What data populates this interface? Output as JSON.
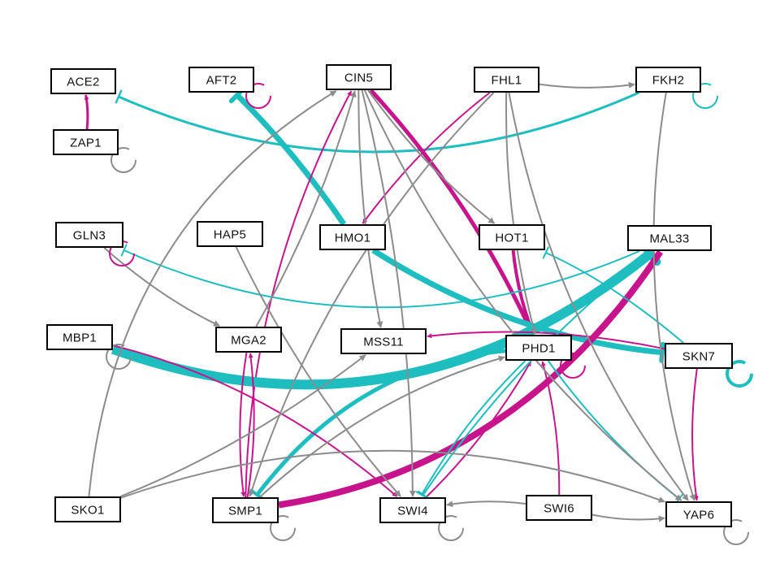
{
  "colors": {
    "activation": "#c8148c",
    "repression": "#1ebec0",
    "neutral": "#8c8c8c",
    "node_border": "#000000"
  },
  "nodes": [
    {
      "id": "ACE2",
      "label": "ACE2"
    },
    {
      "id": "ZAP1",
      "label": "ZAP1"
    },
    {
      "id": "AFT2",
      "label": "AFT2"
    },
    {
      "id": "CIN5",
      "label": "CIN5"
    },
    {
      "id": "FHL1",
      "label": "FHL1"
    },
    {
      "id": "FKH2",
      "label": "FKH2"
    },
    {
      "id": "GLN3",
      "label": "GLN3"
    },
    {
      "id": "HAP5",
      "label": "HAP5"
    },
    {
      "id": "HMO1",
      "label": "HMO1"
    },
    {
      "id": "HOT1",
      "label": "HOT1"
    },
    {
      "id": "MAL33",
      "label": "MAL33"
    },
    {
      "id": "MBP1",
      "label": "MBP1"
    },
    {
      "id": "MGA2",
      "label": "MGA2"
    },
    {
      "id": "MSS11",
      "label": "MSS11"
    },
    {
      "id": "PHD1",
      "label": "PHD1"
    },
    {
      "id": "SKN7",
      "label": "SKN7"
    },
    {
      "id": "SKO1",
      "label": "SKO1"
    },
    {
      "id": "SMP1",
      "label": "SMP1"
    },
    {
      "id": "SWI4",
      "label": "SWI4"
    },
    {
      "id": "SWI6",
      "label": "SWI6"
    },
    {
      "id": "YAP6",
      "label": "YAP6"
    }
  ],
  "edges": [
    {
      "source": "ZAP1",
      "target": "ACE2",
      "type": "activation",
      "weight": 3
    },
    {
      "source": "FKH2",
      "target": "ACE2",
      "type": "repression",
      "weight": 3
    },
    {
      "source": "FHL1",
      "target": "FKH2",
      "type": "neutral",
      "weight": 2
    },
    {
      "source": "HMO1",
      "target": "AFT2",
      "type": "repression",
      "weight": 7
    },
    {
      "source": "CIN5",
      "target": "PHD1",
      "type": "activation",
      "weight": 5
    },
    {
      "source": "SMP1",
      "target": "CIN5",
      "type": "activation",
      "weight": 2
    },
    {
      "source": "FHL1",
      "target": "HMO1",
      "type": "activation",
      "weight": 2
    },
    {
      "source": "HOT1",
      "target": "PHD1",
      "type": "activation",
      "weight": 4
    },
    {
      "source": "MAL33",
      "target": "GLN3",
      "type": "repression",
      "weight": 2
    },
    {
      "source": "MBP1",
      "target": "MAL33",
      "type": "repression",
      "weight": 12
    },
    {
      "source": "HMO1",
      "target": "SKN7",
      "type": "repression",
      "weight": 7
    },
    {
      "source": "SMP1",
      "target": "MAL33",
      "type": "activation",
      "weight": 8
    },
    {
      "source": "PHD1",
      "target": "SMP1",
      "type": "repression",
      "weight": 5
    },
    {
      "source": "MGA2",
      "target": "SMP1",
      "type": "activation",
      "weight": 2
    },
    {
      "source": "SMP1",
      "target": "MGA2",
      "type": "activation",
      "weight": 2
    },
    {
      "source": "MBP1",
      "target": "SWI4",
      "type": "activation",
      "weight": 2
    },
    {
      "source": "SKN7",
      "target": "MSS11",
      "type": "activation",
      "weight": 2
    },
    {
      "source": "SKN7",
      "target": "YAP6",
      "type": "activation",
      "weight": 2
    },
    {
      "source": "SKN7",
      "target": "HOT1",
      "type": "repression",
      "weight": 2
    },
    {
      "source": "SWI4",
      "target": "PHD1",
      "type": "activation",
      "weight": 2
    },
    {
      "source": "SWI6",
      "target": "PHD1",
      "type": "activation",
      "weight": 2
    },
    {
      "source": "PHD1",
      "target": "SWI4",
      "type": "repression",
      "weight": 2
    },
    {
      "source": "MAL33",
      "target": "SWI4",
      "type": "repression",
      "weight": 2
    },
    {
      "source": "PHD1",
      "target": "YAP6",
      "type": "repression",
      "weight": 2
    },
    {
      "source": "GLN3",
      "target": "MGA2",
      "type": "neutral",
      "weight": 2
    },
    {
      "source": "HAP5",
      "target": "SWI4",
      "type": "neutral",
      "weight": 2
    },
    {
      "source": "FHL1",
      "target": "PHD1",
      "type": "neutral",
      "weight": 2
    },
    {
      "source": "FHL1",
      "target": "YAP6",
      "type": "neutral",
      "weight": 2
    },
    {
      "source": "FHL1",
      "target": "SMP1",
      "type": "neutral",
      "weight": 2
    },
    {
      "source": "FKH2",
      "target": "YAP6",
      "type": "neutral",
      "weight": 2
    },
    {
      "source": "CIN5",
      "target": "HOT1",
      "type": "neutral",
      "weight": 2
    },
    {
      "source": "CIN5",
      "target": "MSS11",
      "type": "neutral",
      "weight": 2
    },
    {
      "source": "CIN5",
      "target": "YAP6",
      "type": "neutral",
      "weight": 2
    },
    {
      "source": "CIN5",
      "target": "SWI4",
      "type": "neutral",
      "weight": 2
    },
    {
      "source": "MGA2",
      "target": "CIN5",
      "type": "neutral",
      "weight": 2
    },
    {
      "source": "SKO1",
      "target": "CIN5",
      "type": "neutral",
      "weight": 2
    },
    {
      "source": "SKO1",
      "target": "MSS11",
      "type": "neutral",
      "weight": 2
    },
    {
      "source": "SKO1",
      "target": "YAP6",
      "type": "neutral",
      "weight": 2
    },
    {
      "source": "SMP1",
      "target": "PHD1",
      "type": "neutral",
      "weight": 2
    },
    {
      "source": "SWI6",
      "target": "SWI4",
      "type": "neutral",
      "weight": 2
    },
    {
      "source": "SWI6",
      "target": "YAP6",
      "type": "neutral",
      "weight": 2
    }
  ],
  "self_loops": [
    {
      "node": "ZAP1",
      "type": "neutral"
    },
    {
      "node": "AFT2",
      "type": "activation"
    },
    {
      "node": "CIN5",
      "type": "activation"
    },
    {
      "node": "FKH2",
      "type": "repression"
    },
    {
      "node": "GLN3",
      "type": "activation"
    },
    {
      "node": "MBP1",
      "type": "neutral"
    },
    {
      "node": "PHD1",
      "type": "activation"
    },
    {
      "node": "SKN7",
      "type": "repression"
    },
    {
      "node": "SMP1",
      "type": "neutral"
    },
    {
      "node": "SWI4",
      "type": "neutral"
    },
    {
      "node": "YAP6",
      "type": "neutral"
    }
  ]
}
